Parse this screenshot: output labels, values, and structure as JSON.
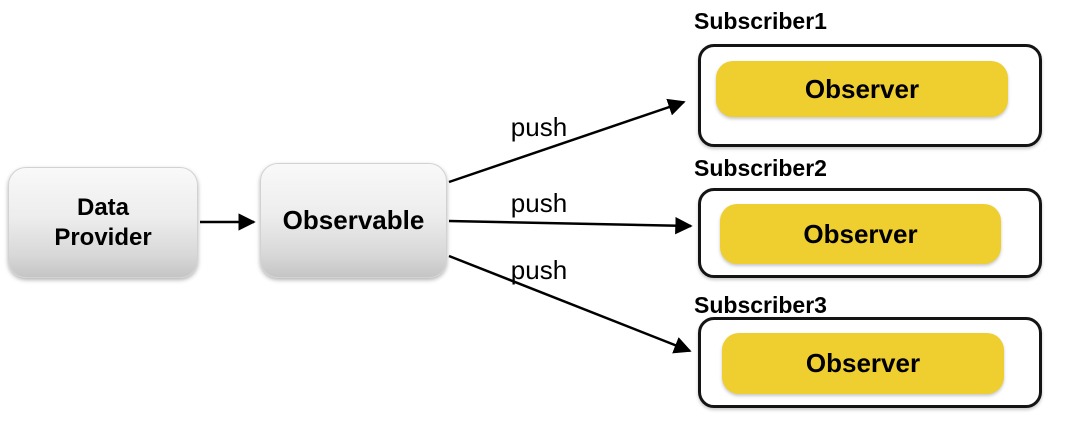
{
  "diagram": {
    "nodes": {
      "data_provider": {
        "label_line1": "Data",
        "label_line2": "Provider"
      },
      "observable": {
        "label": "Observable"
      }
    },
    "push_labels": [
      "push",
      "push",
      "push"
    ],
    "subscribers": [
      {
        "title": "Subscriber1",
        "observer_label": "Observer"
      },
      {
        "title": "Subscriber2",
        "observer_label": "Observer"
      },
      {
        "title": "Subscriber3",
        "observer_label": "Observer"
      }
    ],
    "colors": {
      "observer_fill": "#EFCE2F",
      "node_gradient_top": "#F9F9F9",
      "node_gradient_bottom": "#C5C5C5",
      "arrow_color": "#000000"
    }
  }
}
